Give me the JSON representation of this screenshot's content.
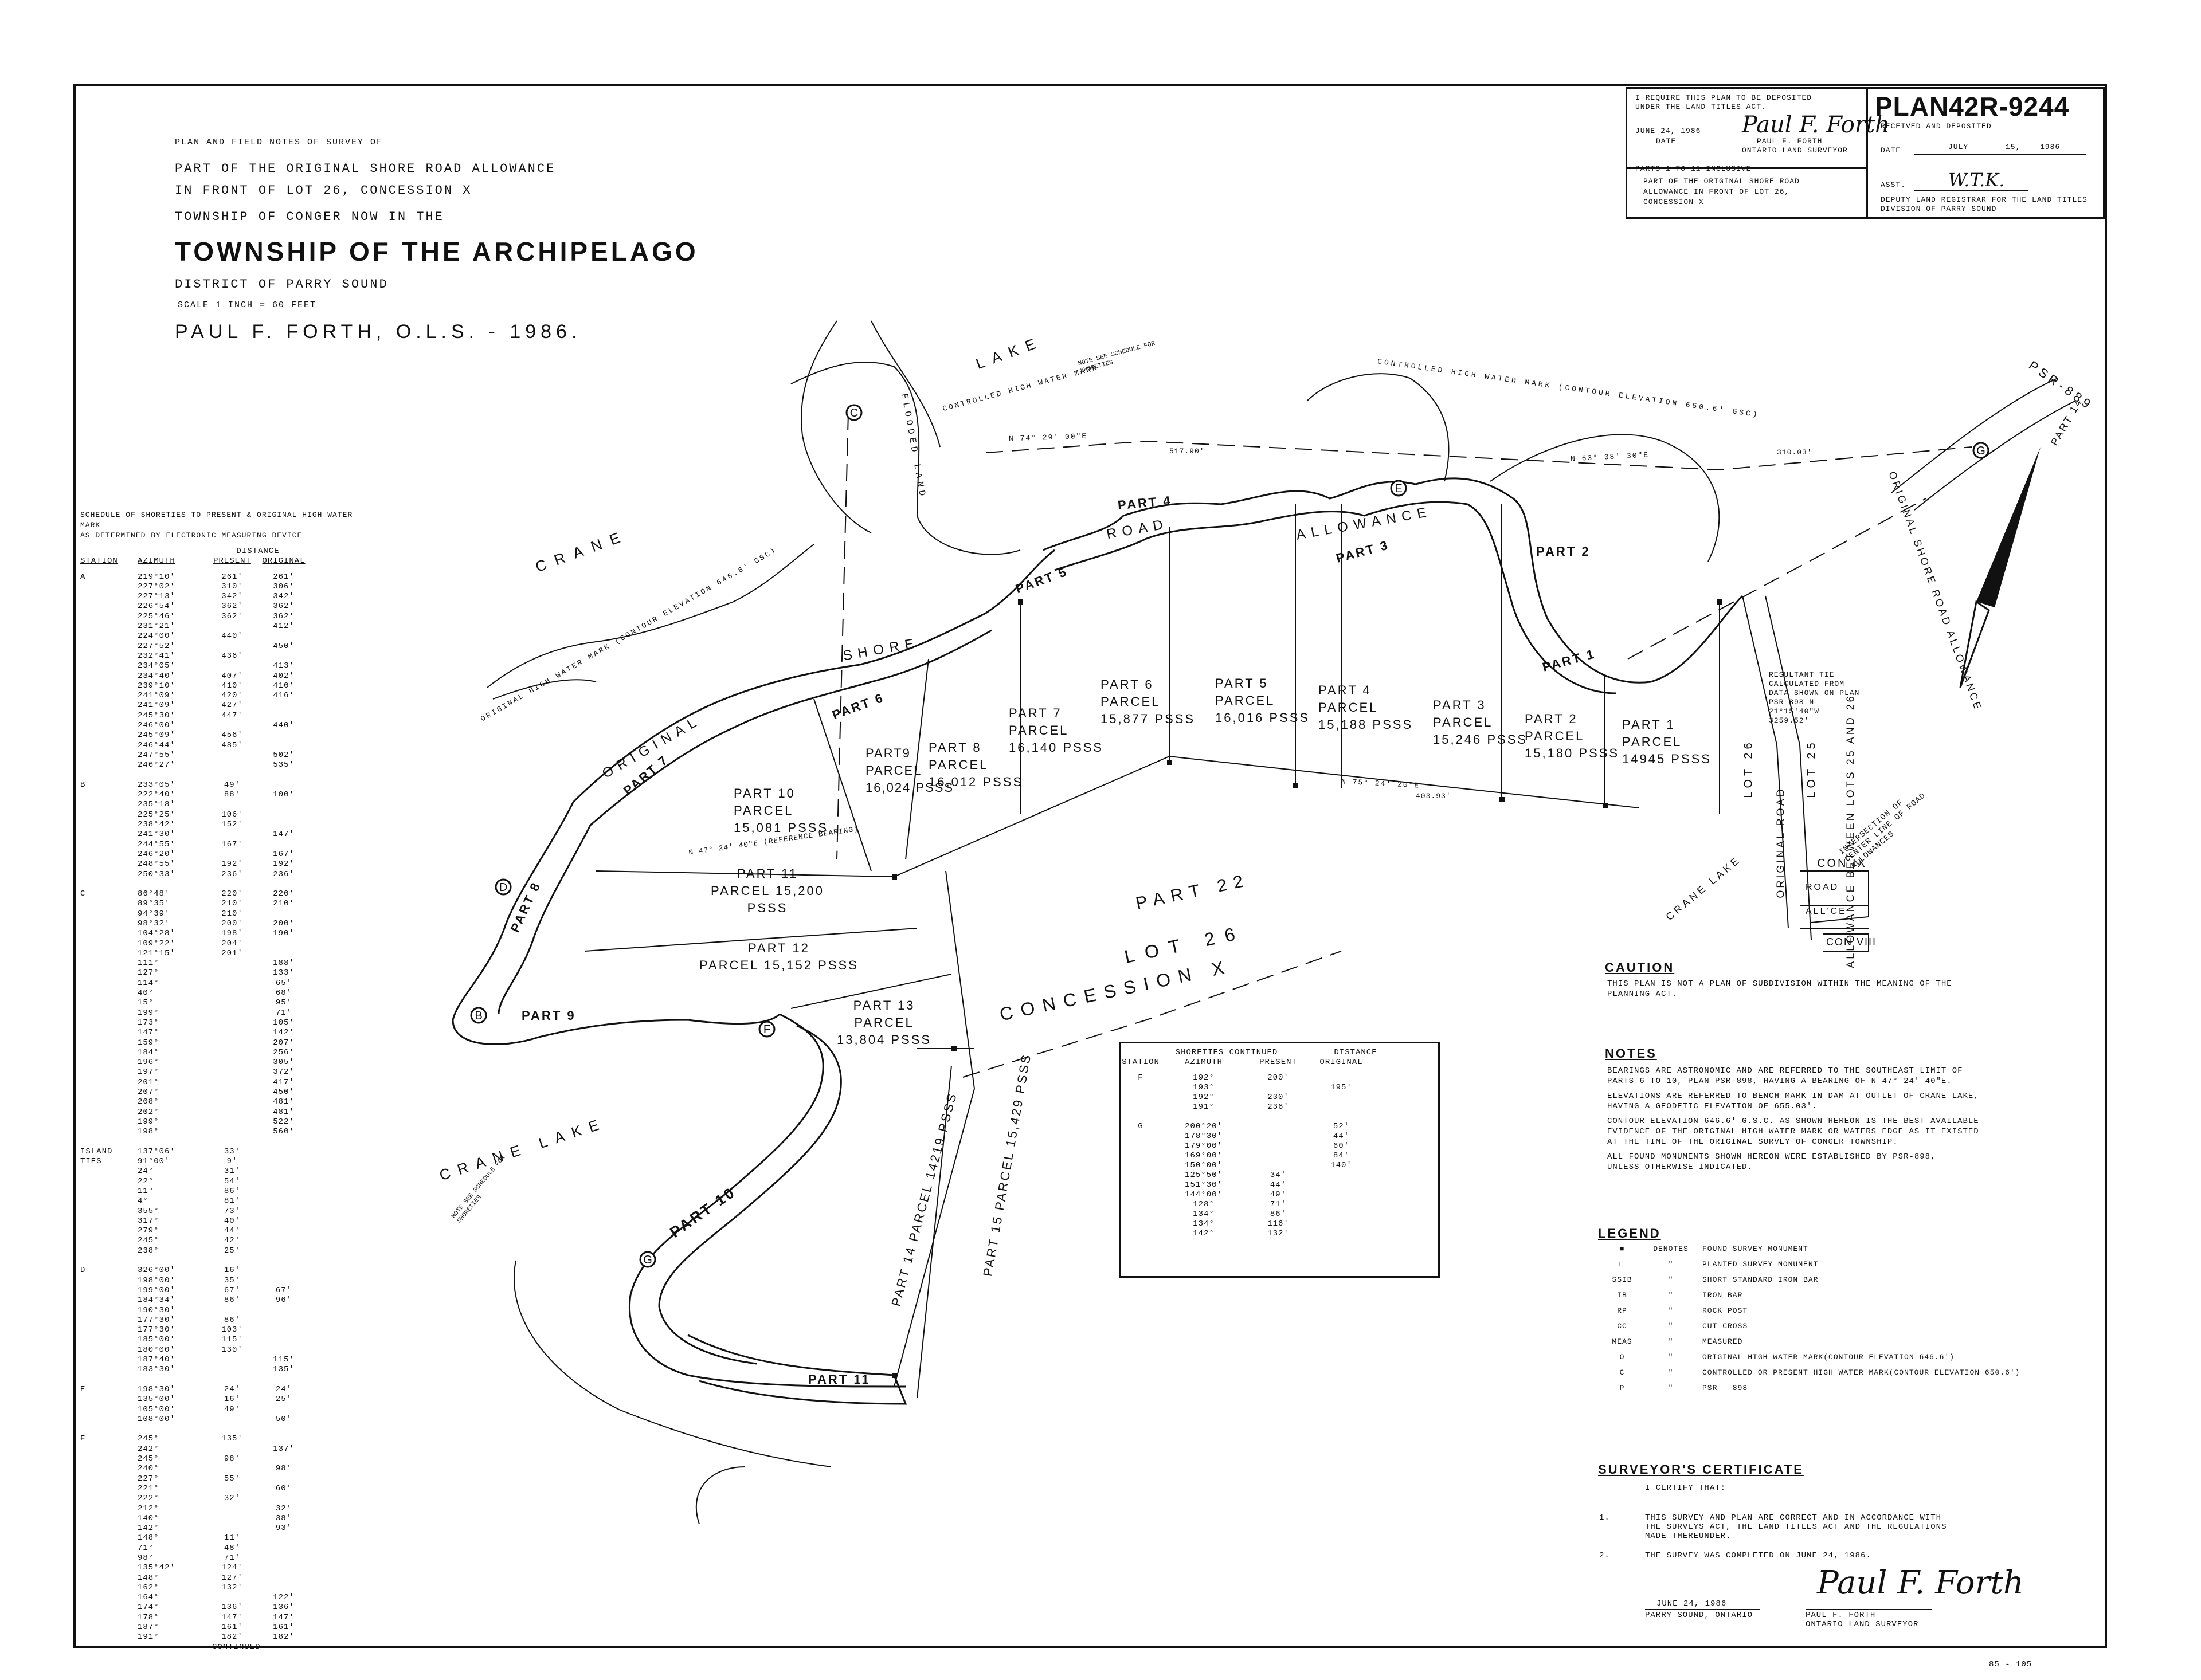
{
  "header": {
    "line1": "PLAN AND FIELD NOTES OF SURVEY OF",
    "line2": "PART OF THE ORIGINAL SHORE ROAD ALLOWANCE",
    "line3": "IN FRONT OF LOT 26, CONCESSION X",
    "line4": "TOWNSHIP OF CONGER NOW IN THE",
    "title": "TOWNSHIP OF THE ARCHIPELAGO",
    "district": "DISTRICT OF PARRY SOUND",
    "scale": "SCALE 1 INCH = 60 FEET",
    "surveyor": "PAUL F. FORTH, O.L.S. - 1986."
  },
  "title_block": {
    "require_text": "I REQUIRE THIS PLAN TO BE DEPOSITED UNDER THE LAND TITLES ACT.",
    "date_value": "JUNE 24, 1986",
    "date_label": "DATE",
    "signature": "Paul F. Forth",
    "surveyor_name": "PAUL F. FORTH",
    "surveyor_title": "ONTARIO LAND SURVEYOR",
    "parts_line": "PARTS 1 TO 11 INCLUSIVE",
    "parts_desc1": "PART OF THE ORIGINAL SHORE ROAD",
    "parts_desc2": "ALLOWANCE IN FRONT OF LOT 26,",
    "parts_desc3": "CONCESSION X",
    "plan_no": "PLAN42R-9244",
    "received": "RECEIVED AND DEPOSITED",
    "date_word": "DATE",
    "dep_month": "JULY",
    "dep_day": "15,",
    "dep_year": "1986",
    "asst": "ASST.",
    "asst_sig": "W.T.K.",
    "registrar1": "DEPUTY LAND REGISTRAR FOR THE LAND TITLES",
    "registrar2": "DIVISION OF PARRY SOUND"
  },
  "schedule": {
    "title1": "SCHEDULE OF SHORETIES TO PRESENT & ORIGINAL HIGH WATER MARK",
    "title2": "AS DETERMINED BY ELECTRONIC MEASURING DEVICE",
    "col_station": "STATION",
    "col_azimuth": "AZIMUTH",
    "col_distance": "DISTANCE",
    "col_present": "PRESENT",
    "col_original": "ORIGINAL",
    "continued": "CONTINUED",
    "rows": [
      [
        "A",
        "219°10'",
        "261'",
        "261'"
      ],
      [
        "",
        "227°02'",
        "310'",
        "306'"
      ],
      [
        "",
        "227°13'",
        "342'",
        "342'"
      ],
      [
        "",
        "226°54'",
        "362'",
        "362'"
      ],
      [
        "",
        "225°46'",
        "362'",
        "362'"
      ],
      [
        "",
        "231°21'",
        "",
        "412'"
      ],
      [
        "",
        "224°00'",
        "440'",
        ""
      ],
      [
        "",
        "227°52'",
        "",
        "450'"
      ],
      [
        "",
        "232°41'",
        "436'",
        ""
      ],
      [
        "",
        "234°05'",
        "",
        "413'"
      ],
      [
        "",
        "234°40'",
        "407'",
        "402'"
      ],
      [
        "",
        "239°10'",
        "410'",
        "410'"
      ],
      [
        "",
        "241°09'",
        "420'",
        "416'"
      ],
      [
        "",
        "241°09'",
        "427'",
        ""
      ],
      [
        "",
        "245°30'",
        "447'",
        ""
      ],
      [
        "",
        "246°00'",
        "",
        "440'"
      ],
      [
        "",
        "245°09'",
        "456'",
        ""
      ],
      [
        "",
        "246°44'",
        "485'",
        ""
      ],
      [
        "",
        "247°55'",
        "",
        "502'"
      ],
      [
        "",
        "246°27'",
        "",
        "535'"
      ],
      [
        "",
        "",
        "",
        " "
      ],
      [
        "B",
        "233°05'",
        "49'",
        ""
      ],
      [
        "",
        "222°40'",
        "88'",
        "100'"
      ],
      [
        "",
        "235°18'",
        "",
        ""
      ],
      [
        "",
        "225°25'",
        "106'",
        ""
      ],
      [
        "",
        "238°42'",
        "152'",
        ""
      ],
      [
        "",
        "241°30'",
        "",
        "147'"
      ],
      [
        "",
        "244°55'",
        "167'",
        ""
      ],
      [
        "",
        "246°20'",
        "",
        "167'"
      ],
      [
        "",
        "248°55'",
        "192'",
        "192'"
      ],
      [
        "",
        "250°33'",
        "236'",
        "236'"
      ],
      [
        "",
        "",
        "",
        ""
      ],
      [
        "C",
        "86°48'",
        "220'",
        "220'"
      ],
      [
        "",
        "89°35'",
        "210'",
        "210'"
      ],
      [
        "",
        "94°39'",
        "210'",
        ""
      ],
      [
        "",
        "98°32'",
        "200'",
        "200'"
      ],
      [
        "",
        "104°28'",
        "198'",
        "190'"
      ],
      [
        "",
        "109°22'",
        "204'",
        ""
      ],
      [
        "",
        "121°15'",
        "201'",
        ""
      ],
      [
        "",
        "111°",
        "",
        "188'"
      ],
      [
        "",
        "127°",
        "",
        "133'"
      ],
      [
        "",
        "114°",
        "",
        "65'"
      ],
      [
        "",
        "40°",
        "",
        "68'"
      ],
      [
        "",
        "15°",
        "",
        "95'"
      ],
      [
        "",
        "199°",
        "",
        "71'"
      ],
      [
        "",
        "173°",
        "",
        "105'"
      ],
      [
        "",
        "147°",
        "",
        "142'"
      ],
      [
        "",
        "159°",
        "",
        "207'"
      ],
      [
        "",
        "184°",
        "",
        "256'"
      ],
      [
        "",
        "196°",
        "",
        "305'"
      ],
      [
        "",
        "197°",
        "",
        "372'"
      ],
      [
        "",
        "201°",
        "",
        "417'"
      ],
      [
        "",
        "207°",
        "",
        "450'"
      ],
      [
        "",
        "208°",
        "",
        "481'"
      ],
      [
        "",
        "202°",
        "",
        "481'"
      ],
      [
        "",
        "199°",
        "",
        "522'"
      ],
      [
        "",
        "198°",
        "",
        "560'"
      ],
      [
        "",
        "",
        "",
        ""
      ],
      [
        "ISLAND TIES",
        "137°06'",
        "33'",
        ""
      ],
      [
        "",
        "91°00'",
        "9'",
        ""
      ],
      [
        "",
        "24°",
        "31'",
        ""
      ],
      [
        "",
        "22°",
        "54'",
        ""
      ],
      [
        "",
        "11°",
        "86'",
        ""
      ],
      [
        "",
        "4°",
        "81'",
        ""
      ],
      [
        "",
        "355°",
        "73'",
        ""
      ],
      [
        "",
        "317°",
        "40'",
        ""
      ],
      [
        "",
        "279°",
        "44'",
        ""
      ],
      [
        "",
        "245°",
        "42'",
        ""
      ],
      [
        "",
        "238°",
        "25'",
        ""
      ],
      [
        "",
        "",
        "",
        ""
      ],
      [
        "D",
        "326°00'",
        "16'",
        ""
      ],
      [
        "",
        "198°00'",
        "35'",
        ""
      ],
      [
        "",
        "199°00'",
        "67'",
        "67'"
      ],
      [
        "",
        "184°34'",
        "86'",
        "96'"
      ],
      [
        "",
        "190°30'",
        "",
        ""
      ],
      [
        "",
        "177°30'",
        "86'",
        ""
      ],
      [
        "",
        "177°30'",
        "103'",
        ""
      ],
      [
        "",
        "185°00'",
        "115'",
        ""
      ],
      [
        "",
        "180°00'",
        "130'",
        ""
      ],
      [
        "",
        "187°40'",
        "",
        "115'"
      ],
      [
        "",
        "183°30'",
        "",
        "135'"
      ],
      [
        "",
        "",
        "",
        ""
      ],
      [
        "E",
        "198°30'",
        "24'",
        "24'"
      ],
      [
        "",
        "135°00'",
        "16'",
        "25'"
      ],
      [
        "",
        "105°00'",
        "49'",
        ""
      ],
      [
        "",
        "108°00'",
        "",
        "50'"
      ],
      [
        "",
        "",
        "",
        ""
      ],
      [
        "F",
        "245°",
        "135'",
        ""
      ],
      [
        "",
        "242°",
        "",
        "137'"
      ],
      [
        "",
        "245°",
        "98'",
        ""
      ],
      [
        "",
        "240°",
        "",
        "98'"
      ],
      [
        "",
        "227°",
        "55'",
        ""
      ],
      [
        "",
        "221°",
        "",
        "60'"
      ],
      [
        "",
        "222°",
        "32'",
        ""
      ],
      [
        "",
        "212°",
        "",
        "32'"
      ],
      [
        "",
        "140°",
        "",
        "38'"
      ],
      [
        "",
        "142°",
        "",
        "93'"
      ],
      [
        "",
        "148°",
        "11'",
        ""
      ],
      [
        "",
        "71°",
        "48'",
        ""
      ],
      [
        "",
        "98°",
        "71'",
        ""
      ],
      [
        "",
        "135°42'",
        "124'",
        ""
      ],
      [
        "",
        "148°",
        "127'",
        ""
      ],
      [
        "",
        "162°",
        "132'",
        ""
      ],
      [
        "",
        "164°",
        "",
        "122'"
      ],
      [
        "",
        "174°",
        "136'",
        "136'"
      ],
      [
        "",
        "178°",
        "147'",
        "147'"
      ],
      [
        "",
        "187°",
        "161'",
        "161'"
      ],
      [
        "",
        "191°",
        "182'",
        "182'"
      ]
    ]
  },
  "cont_schedule": {
    "title": "SHORETIES CONTINUED",
    "col_station": "STATION",
    "col_azimuth": "AZIMUTH",
    "col_distance": "DISTANCE",
    "col_present": "PRESENT",
    "col_original": "ORIGINAL",
    "rows": [
      [
        "F",
        "192°",
        "200'",
        ""
      ],
      [
        "",
        "193°",
        "",
        "195'"
      ],
      [
        "",
        "192°",
        "230'",
        ""
      ],
      [
        "",
        "191°",
        "236'",
        ""
      ],
      [
        "",
        "",
        "",
        ""
      ],
      [
        "G",
        "200°20'",
        "",
        "52'"
      ],
      [
        "",
        "178°30'",
        "",
        "44'"
      ],
      [
        "",
        "179°00'",
        "",
        "60'"
      ],
      [
        "",
        "169°00'",
        "",
        "84'"
      ],
      [
        "",
        "150°00'",
        "",
        "140'"
      ],
      [
        "",
        "125°50'",
        "34'",
        ""
      ],
      [
        "",
        "151°30'",
        "44'",
        ""
      ],
      [
        "",
        "144°00'",
        "49'",
        ""
      ],
      [
        "",
        "128°",
        "71'",
        ""
      ],
      [
        "",
        "134°",
        "86'",
        ""
      ],
      [
        "",
        "134°",
        "116'",
        ""
      ],
      [
        "",
        "142°",
        "132'",
        ""
      ]
    ]
  },
  "caution": {
    "heading": "CAUTION",
    "text1": "THIS PLAN IS NOT A PLAN OF SUBDIVISION WITHIN THE MEANING OF THE",
    "text2": "PLANNING ACT."
  },
  "notes": {
    "heading": "NOTES",
    "lines": [
      "BEARINGS ARE ASTRONOMIC AND ARE REFERRED TO THE SOUTHEAST LIMIT OF",
      "PARTS 6 TO 10, PLAN PSR-898, HAVING A BEARING OF N 47° 24' 40\"E.",
      "ELEVATIONS ARE REFERRED TO BENCH MARK IN DAM AT OUTLET OF CRANE LAKE,",
      "HAVING A GEODETIC ELEVATION OF 655.03'.",
      "CONTOUR ELEVATION 646.6' G.S.C. AS SHOWN HEREON IS THE BEST AVAILABLE",
      "EVIDENCE OF THE ORIGINAL HIGH WATER MARK OR WATERS EDGE AS IT EXISTED",
      "AT THE TIME OF THE ORIGINAL SURVEY OF CONGER TOWNSHIP.",
      "ALL FOUND MONUMENTS SHOWN HEREON WERE ESTABLISHED BY PSR-898,",
      "UNLESS OTHERWISE INDICATED."
    ]
  },
  "legend": {
    "heading": "LEGEND",
    "items": [
      [
        "■",
        "DENOTES",
        "FOUND SURVEY MONUMENT"
      ],
      [
        "□",
        "\"",
        "PLANTED SURVEY MONUMENT"
      ],
      [
        "SSIB",
        "\"",
        "SHORT STANDARD IRON BAR"
      ],
      [
        "IB",
        "\"",
        "IRON BAR"
      ],
      [
        "RP",
        "\"",
        "ROCK POST"
      ],
      [
        "CC",
        "\"",
        "CUT CROSS"
      ],
      [
        "MEAS",
        "\"",
        "MEASURED"
      ],
      [
        "O",
        "\"",
        "ORIGINAL HIGH WATER MARK(CONTOUR ELEVATION 646.6')"
      ],
      [
        "C",
        "\"",
        "CONTROLLED OR PRESENT HIGH WATER MARK(CONTOUR ELEVATION 650.6')"
      ],
      [
        "P",
        "\"",
        "PSR - 898"
      ]
    ]
  },
  "certificate": {
    "heading": "SURVEYOR'S CERTIFICATE",
    "intro": "I CERTIFY THAT:",
    "item1_no": "1.",
    "item1_l1": "THIS SURVEY AND PLAN ARE CORRECT AND IN ACCORDANCE WITH",
    "item1_l2": "THE SURVEYS ACT, THE LAND TITLES ACT AND THE REGULATIONS",
    "item1_l3": "MADE THEREUNDER.",
    "item2_no": "2.",
    "item2": "THE SURVEY WAS COMPLETED ON JUNE 24, 1986.",
    "date": "JUNE 24, 1986",
    "place": "PARRY SOUND, ONTARIO",
    "signature": "Paul F. Forth",
    "name": "PAUL F. FORTH",
    "title": "ONTARIO LAND SURVEYOR"
  },
  "map_labels": {
    "lake_n": "LAKE",
    "crane_n": "CRANE",
    "crane_lake_sw": "CRANE LAKE",
    "crane_lake_e": "CRANE LAKE",
    "part4": "PART 4",
    "part5": "PART 5",
    "part6": "PART 6",
    "part7": "PART 7",
    "part8": "PART 8",
    "part9": "PART 9",
    "part10": "PART 10",
    "part11": "PART 11",
    "part3": "PART 3",
    "part2": "PART 2",
    "part1": "PART 1",
    "road": "ROAD",
    "allowance": "ALLOWANCE",
    "shore": "SHORE",
    "original": "ORIGINAL",
    "p_part1": "PART 1",
    "p_parcel1": "PARCEL",
    "p_pss1": "14945 PSSS",
    "p_part2": "PART 2",
    "p_parcel2": "PARCEL",
    "p_pss2": "15,180 PSSS",
    "p_part3": "PART 3",
    "p_parcel3": "PARCEL",
    "p_pss3": "15,246 PSSS",
    "p_part4": "PART 4",
    "p_parcel4": "PARCEL",
    "p_pss4": "15,188 PSSS",
    "p_part5": "PART 5",
    "p_parcel5": "PARCEL",
    "p_pss5": "16,016 PSSS",
    "p_part6": "PART 6",
    "p_parcel6": "PARCEL",
    "p_pss6": "15,877 PSSS",
    "p_part7": "PART 7",
    "p_parcel7": "PARCEL",
    "p_pss7": "16,140 PSSS",
    "p_part8": "PART 8",
    "p_parcel8": "PARCEL",
    "p_pss8": "16,012 PSSS",
    "p_part9": "PART9",
    "p_parcel9": "PARCEL",
    "p_pss9": "16,024 PSSS",
    "p_part10": "PART 10",
    "p_parcel10": "PARCEL",
    "p_pss10": "15,081 PSSS",
    "p_part11": "PART 11",
    "p_parcel11": "PARCEL 15,200",
    "p_pss11": "PSSS",
    "p_part12": "PART 12",
    "p_parcel12": "PARCEL 15,152 PSSS",
    "p_part13": "PART 13",
    "p_parcel13": "PARCEL",
    "p_pss13": "13,804 PSSS",
    "p_part14": "PART 14",
    "p_parcel14": "PARCEL 14219 PSSS",
    "p_part15": "PART 15",
    "p_parcel15": "PARCEL 15,429 PSSS",
    "part22": "PART 22",
    "lot26": "LOT 26",
    "concession": "CONCESSION X",
    "psr": "PSR-889",
    "part14ne": "PART 14",
    "orig_shore_road": "ORIGINAL SHORE ROAD ALLOWANCE",
    "lot26e": "LOT 26",
    "orig_road": "ORIGINAL ROAD",
    "allowance_between": "ALLOWANCE BETWEEN LOTS 25 AND 26",
    "lot25": "LOT 25",
    "con9": "CON IX",
    "road_e": "ROAD",
    "allce": "ALL'CE",
    "con8": "CON VIII",
    "intersection": "INTERSECTION OF CENTER LINE OF ROAD ALLOWANCES",
    "resultant": "RESULTANT TIE CALCULATED FROM DATA SHOWN ON PLAN PSR-898 N 21°15'40\"W 3259.52'",
    "note_north": "NOTE SEE SCHEDULE FOR SHORETIES",
    "note_south": "NOTE SEE SCHEDULE FOR SHORETIES",
    "controlled_hwm_n": "CONTROLLED HIGH WATER MARK (CONTOUR ELEVATION 650.6' GSC)",
    "controlled_hwm": "CONTROLLED HIGH WATER MARK",
    "orig_hwm_w": "ORIGINAL HIGH WATER MARK (CONTOUR ELEVATION 646.6' GSC)",
    "flooded_land": "FLOODED LAND",
    "bearing1": "N 47° 24' 40\"E (REFERENCE BEARING)",
    "bearing2": "N 75° 24' 20\"E",
    "bearing3": "N 63° 38' 30\"E",
    "bearing4": "N 74° 29' 00\"E",
    "dist1": "310.03'",
    "dist2": "517.90'",
    "dist3": "403.93'",
    "sheet_no": "85 - 105"
  },
  "stations": [
    "A",
    "B",
    "C",
    "D",
    "E",
    "F",
    "G",
    "G"
  ]
}
